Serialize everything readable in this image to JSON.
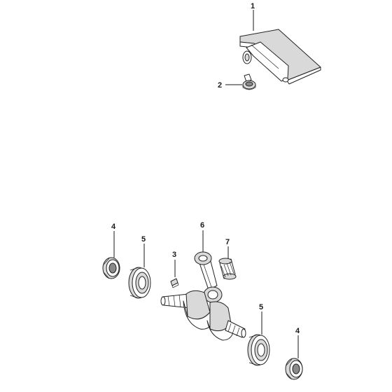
{
  "callouts": {
    "c1": "1",
    "c2": "2",
    "c3": "3",
    "c4a": "4",
    "c5a": "5",
    "c6": "6",
    "c7": "7",
    "c5b": "5",
    "c4b": "4"
  }
}
